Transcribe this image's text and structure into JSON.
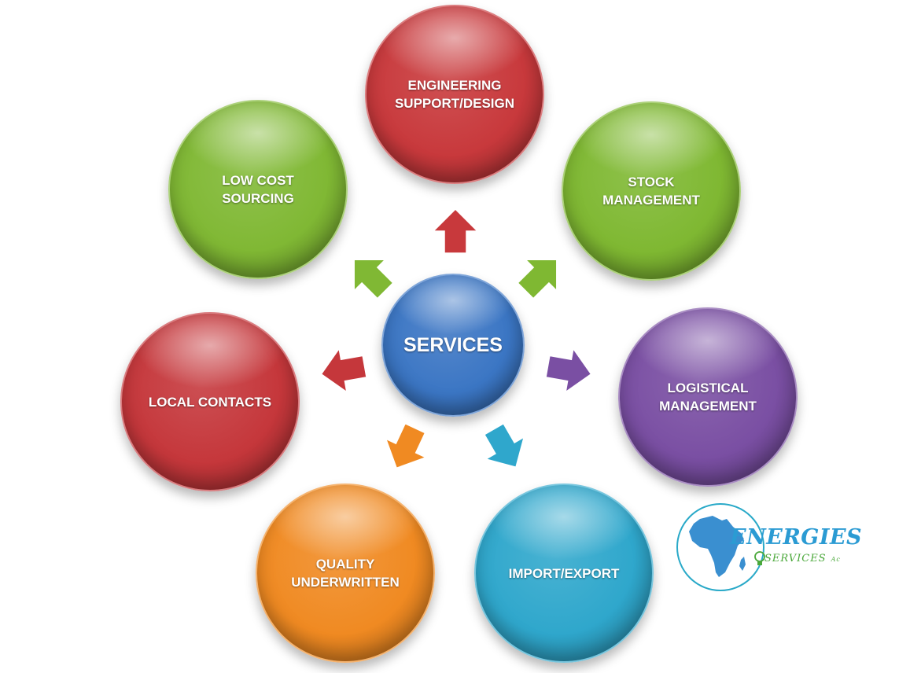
{
  "diagram": {
    "center": {
      "label": "SERVICES",
      "color": "#3b76c4"
    },
    "nodes": [
      {
        "id": "engineering",
        "label": "ENGINEERING\nSUPPORT/DESIGN",
        "color": "#c8393c"
      },
      {
        "id": "stock",
        "label": "STOCK\nMANAGEMENT",
        "color": "#7fb832"
      },
      {
        "id": "logistical",
        "label": "LOGISTICAL\nMANAGEMENT",
        "color": "#7a4fa3"
      },
      {
        "id": "import-export",
        "label": "IMPORT/EXPORT",
        "color": "#2fa7cc"
      },
      {
        "id": "quality",
        "label": "QUALITY\nUNDERWRITTEN",
        "color": "#f08a22"
      },
      {
        "id": "local-contacts",
        "label": "LOCAL CONTACTS",
        "color": "#c5373b"
      },
      {
        "id": "low-cost",
        "label": "LOW COST\nSOURCING",
        "color": "#80b834"
      }
    ]
  },
  "logo": {
    "title": "ENERGIES",
    "subtitle": "SERVICES",
    "subtitle_suffix": "Ac",
    "icon": "africa-map-icon",
    "bulb_icon": "lightbulb-icon",
    "colors": {
      "ring": "#29a9c8",
      "title": "#2b9bd3",
      "subtitle": "#4aa83a",
      "map": "#3a8fd0"
    }
  }
}
